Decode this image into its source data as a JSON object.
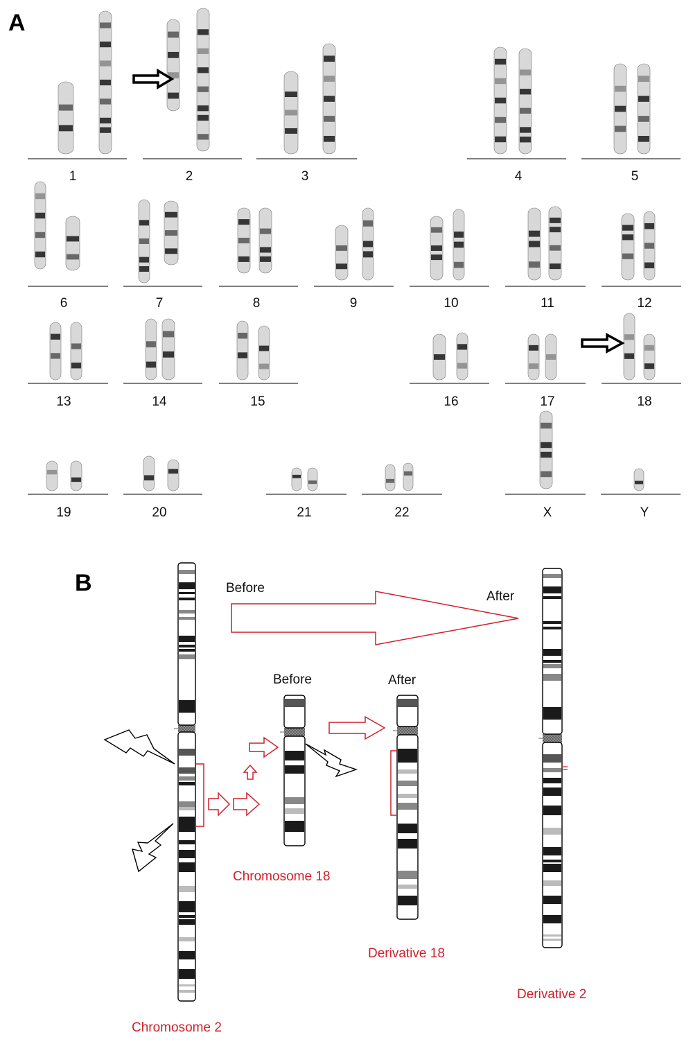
{
  "panel_a": {
    "label": "A",
    "karyotype": [
      {
        "name": "1",
        "highlight": false
      },
      {
        "name": "2",
        "highlight": true
      },
      {
        "name": "3",
        "highlight": false
      },
      {
        "name": "4",
        "highlight": false
      },
      {
        "name": "5",
        "highlight": false
      },
      {
        "name": "6",
        "highlight": false
      },
      {
        "name": "7",
        "highlight": false
      },
      {
        "name": "8",
        "highlight": false
      },
      {
        "name": "9",
        "highlight": false
      },
      {
        "name": "10",
        "highlight": false
      },
      {
        "name": "11",
        "highlight": false
      },
      {
        "name": "12",
        "highlight": false
      },
      {
        "name": "13",
        "highlight": false
      },
      {
        "name": "14",
        "highlight": false
      },
      {
        "name": "15",
        "highlight": false
      },
      {
        "name": "16",
        "highlight": false
      },
      {
        "name": "17",
        "highlight": false
      },
      {
        "name": "18",
        "highlight": true
      },
      {
        "name": "19",
        "highlight": false
      },
      {
        "name": "20",
        "highlight": false
      },
      {
        "name": "21",
        "highlight": false
      },
      {
        "name": "22",
        "highlight": false
      },
      {
        "name": "X",
        "highlight": false
      },
      {
        "name": "Y",
        "highlight": false
      }
    ]
  },
  "panel_b": {
    "label": "B",
    "before_label_top": "Before",
    "after_label_top": "After",
    "before_label_mid": "Before",
    "after_label_mid": "After",
    "chromosome2_label": "Chromosome 2",
    "chromosome18_label": "Chromosome 18",
    "derivative18_label": "Derivative 18",
    "derivative2_label": "Derivative 2"
  },
  "colors": {
    "accent_red": "#d01f2a",
    "band_black": "#1a1a1a",
    "band_dark_gray": "#555555",
    "band_mid_gray": "#888888",
    "band_light_gray": "#bbbbbb",
    "centromere": "#8a8a8a",
    "outline": "#000000"
  },
  "icons": [
    "arrow-right-icon",
    "lightning-bolt-icon",
    "bracket-icon"
  ]
}
